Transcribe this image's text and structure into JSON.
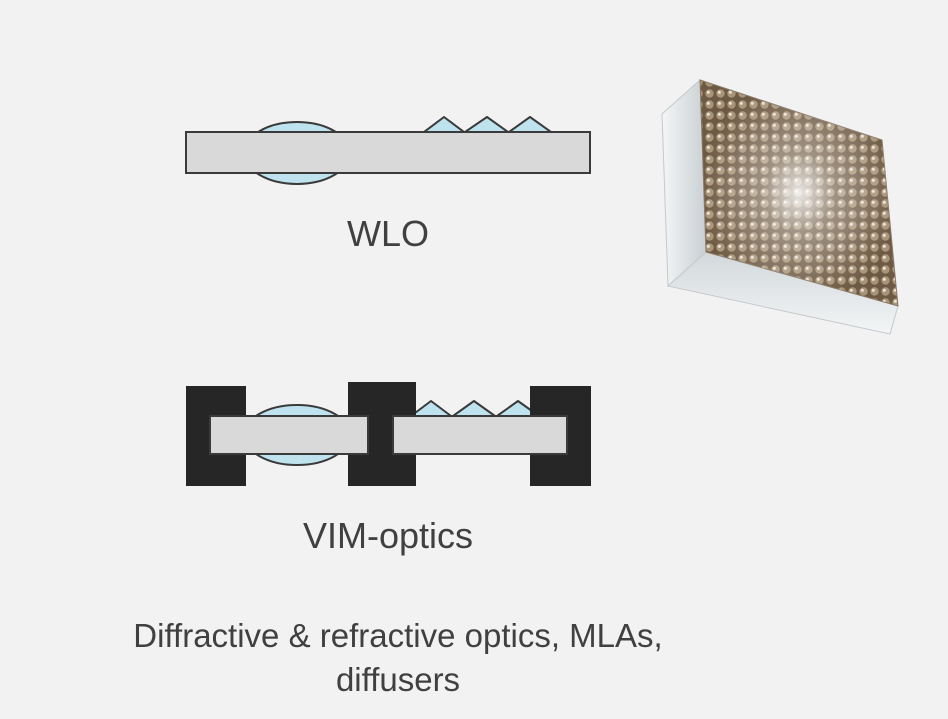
{
  "labels": {
    "wlo": "WLO",
    "vim_optics": "VIM-optics"
  },
  "caption": {
    "line1": "Diffractive & refractive optics, MLAs,",
    "line2": "diffusers"
  },
  "colors": {
    "background": "#f2f2f2",
    "substrate_fill": "#d9d9d9",
    "outline": "#3a3a3a",
    "lens_fill": "#bfe3ee",
    "spacer_fill": "#262626",
    "text": "#404040"
  }
}
